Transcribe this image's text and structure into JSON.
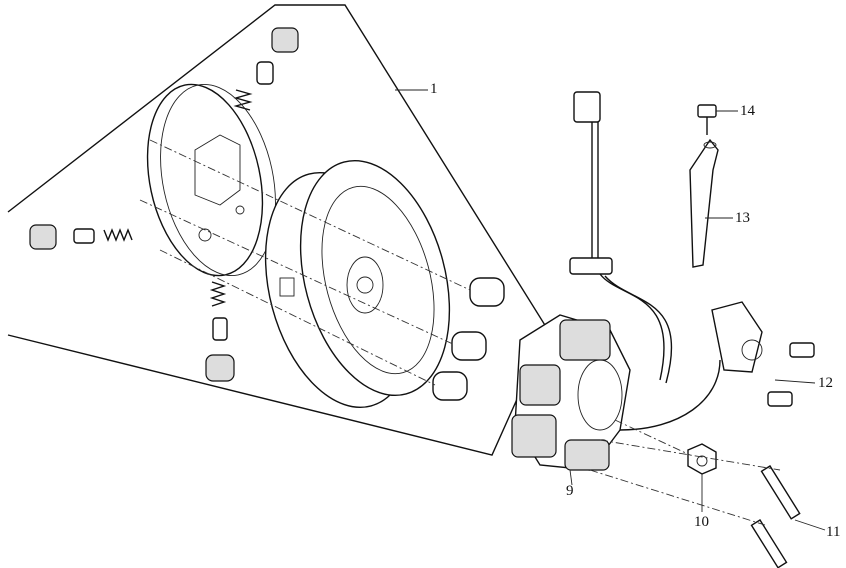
{
  "diagram": {
    "title": "Flywheel magneto / stator exploded view",
    "callouts": [
      {
        "id": "1",
        "part": "flywheel-assembly"
      },
      {
        "id": "9",
        "part": "stator"
      },
      {
        "id": "10",
        "part": "nut"
      },
      {
        "id": "11",
        "part": "stator-bolts"
      },
      {
        "id": "12",
        "part": "pulser-coil-and-screws"
      },
      {
        "id": "13",
        "part": "wire-clamp"
      },
      {
        "id": "14",
        "part": "clamp-bolt"
      }
    ]
  }
}
